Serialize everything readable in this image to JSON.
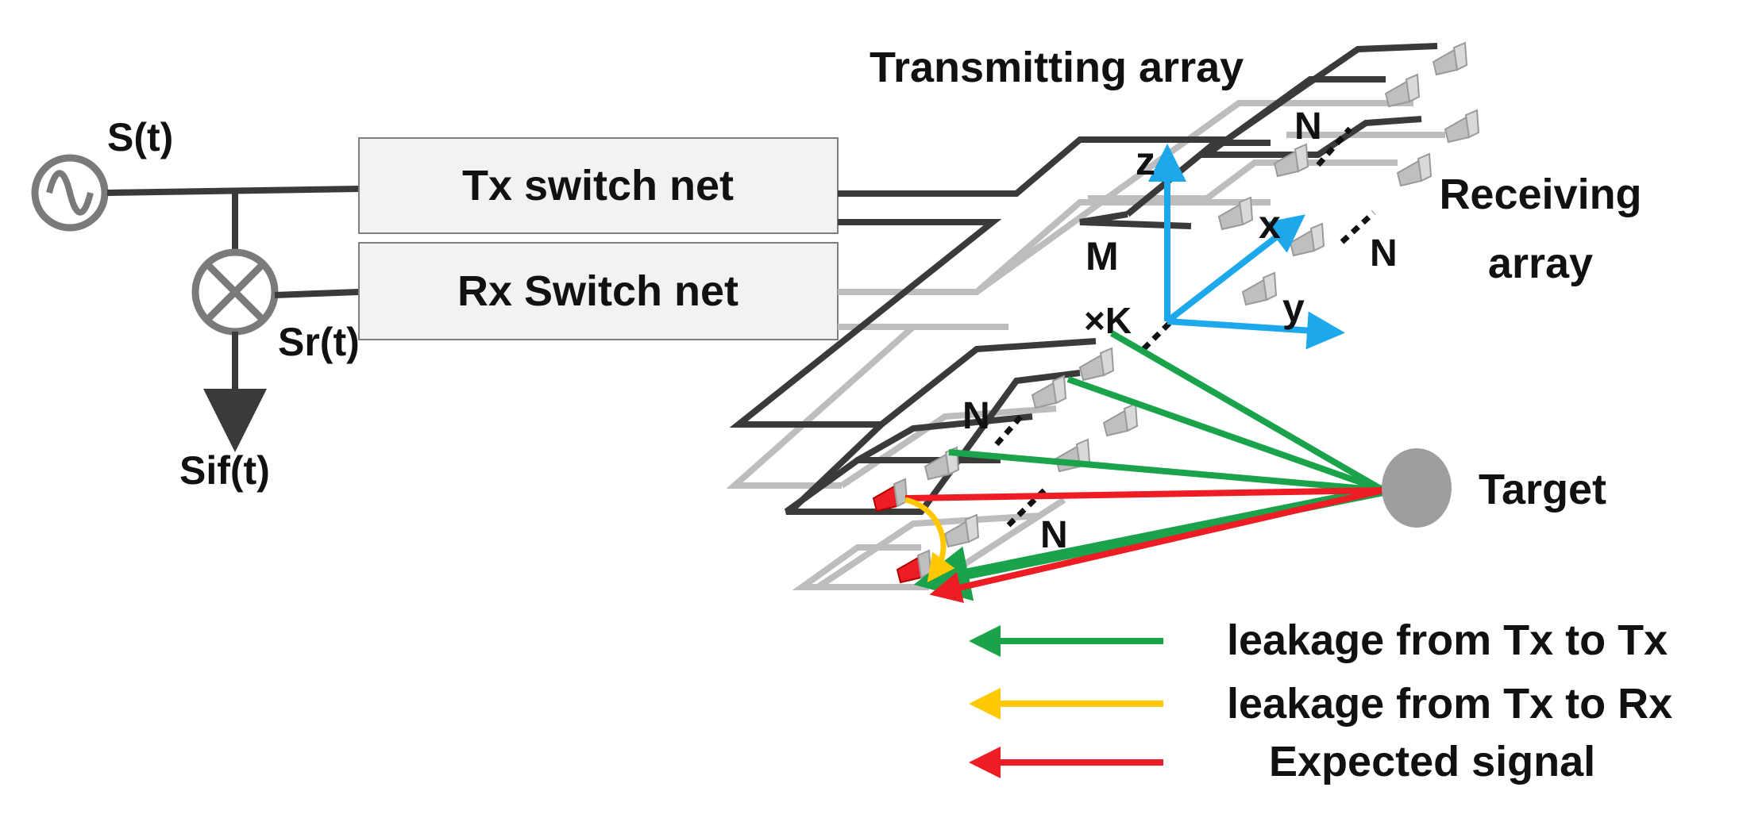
{
  "labels": {
    "source": "S(t)",
    "received": "Sr(t)",
    "if_out": "Sif(t)",
    "tx_box": "Tx switch net",
    "rx_box": "Rx Switch net",
    "tx_array": "Transmitting array",
    "rx_array": "Receiving\narray",
    "rx_array_line1": "Receiving",
    "rx_array_line2": "array",
    "target": "Target",
    "axis_z": "z",
    "axis_x": "x",
    "axis_y": "y",
    "m": "M",
    "k": "×K",
    "n1": "N",
    "n2": "N",
    "n3": "N",
    "n4": "N"
  },
  "legend": [
    {
      "label": "leakage from Tx to Tx",
      "color": "#1aa34a"
    },
    {
      "label": "leakage from Tx to Rx",
      "color": "#ffc800"
    },
    {
      "label": "Expected signal",
      "color": "#ee1c24"
    }
  ],
  "colors": {
    "dark_line": "#3a3a3a",
    "light_line": "#bdbdbd",
    "axis": "#1ea8ec",
    "antenna": "#bfbfbf",
    "target": "#9e9e9e"
  }
}
